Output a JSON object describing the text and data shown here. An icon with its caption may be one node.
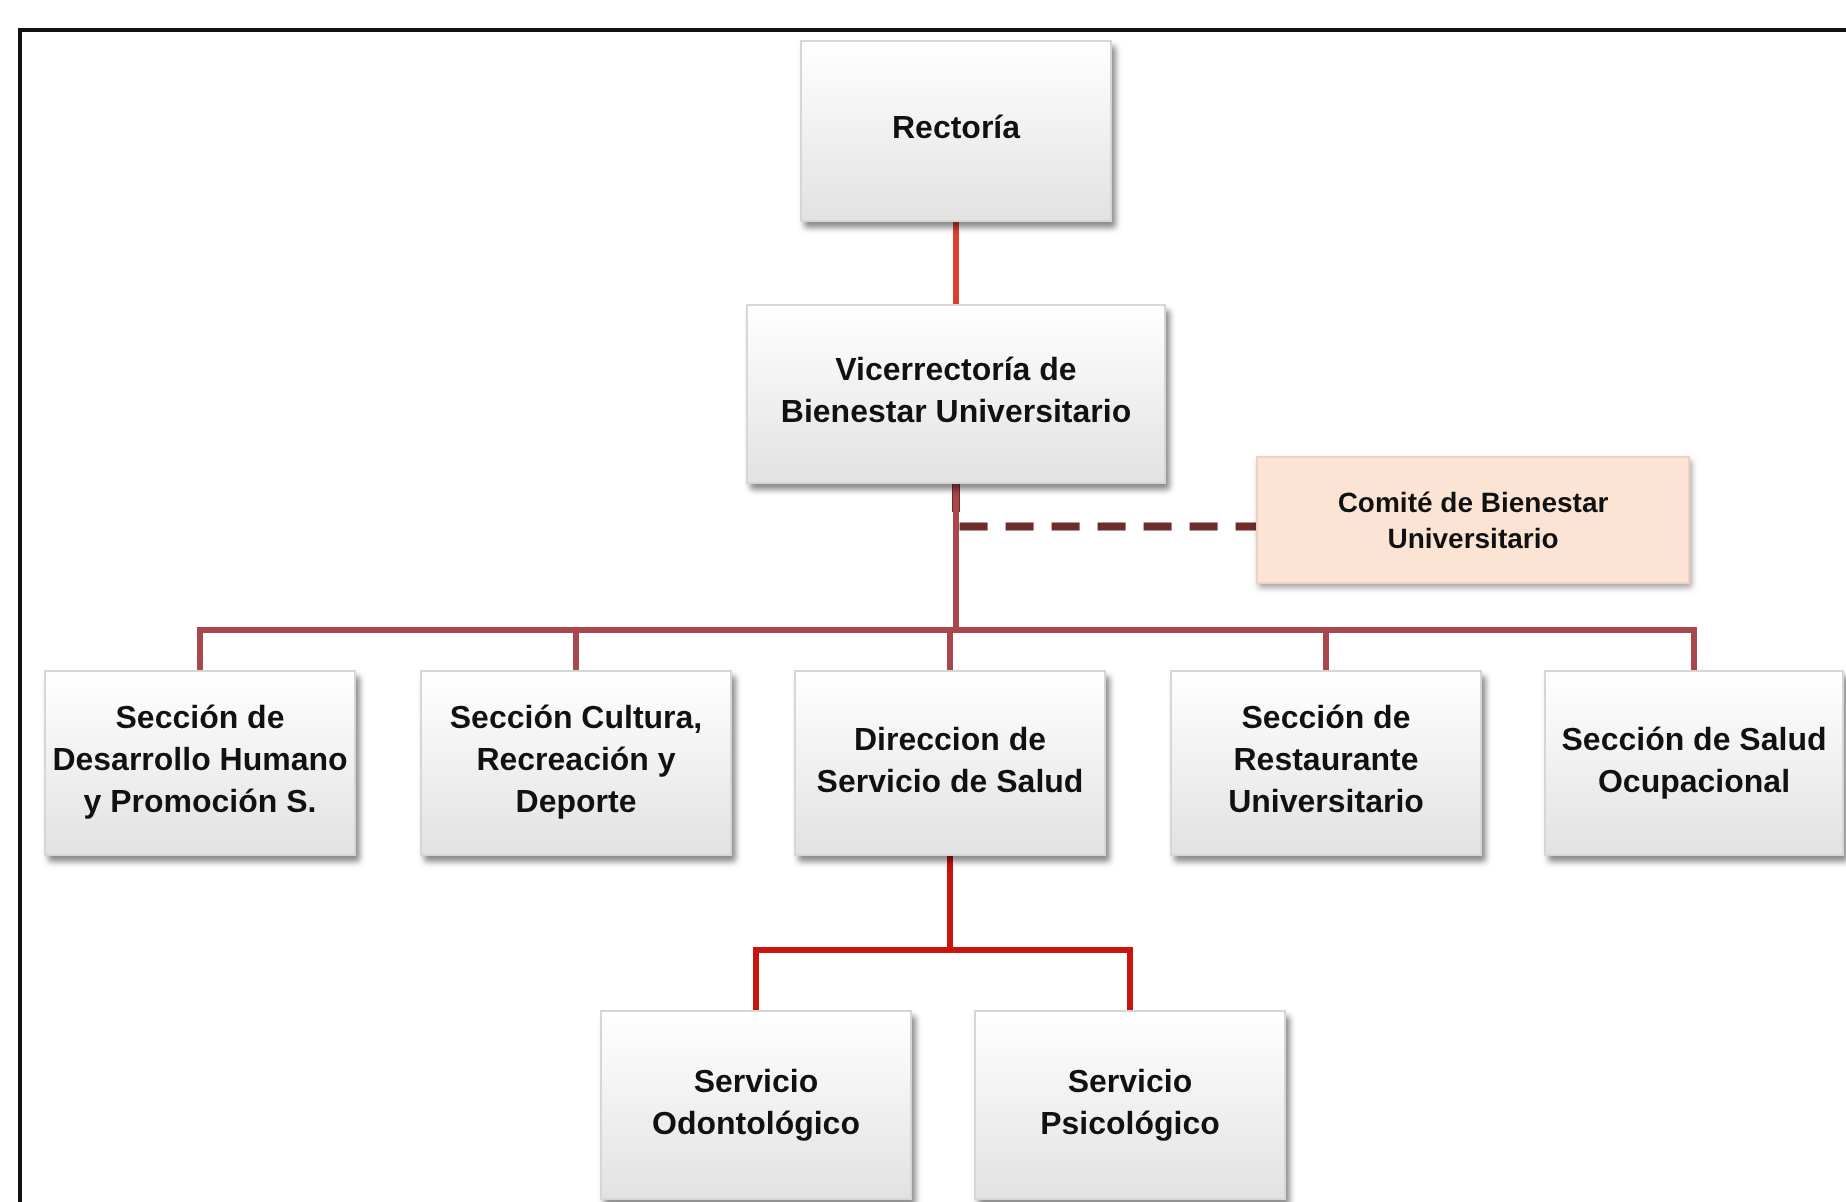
{
  "diagram": {
    "nodes": [
      {
        "text": [
          "Rectoría"
        ]
      },
      {
        "text": [
          "Vicerrectoría de Bienestar Universitario"
        ]
      },
      {
        "text": [
          "Comité de Bienestar Universitario"
        ]
      },
      {
        "text": [
          "Sección de Desarrollo Humano y Promoción S."
        ]
      },
      {
        "text": [
          "Sección Cultura, Recreación y Deporte"
        ]
      },
      {
        "text": [
          "Direccion de Servicio de Salud"
        ]
      },
      {
        "text": [
          "Sección de Restaurante Universitario"
        ]
      },
      {
        "text": [
          "Sección de Salud Ocupacional"
        ]
      },
      {
        "text": [
          "Servicio Odontológico"
        ]
      },
      {
        "text": [
          "Servicio Psicológico"
        ]
      }
    ],
    "edges": [
      {
        "from": 0,
        "to": 1,
        "arrow": "none",
        "color": "#d9412b"
      },
      {
        "from": 1,
        "to": 2,
        "arrow": "none",
        "style": "dashed",
        "color": "#6e2c2c"
      },
      {
        "from": 1,
        "to": 3,
        "arrow": "none"
      },
      {
        "from": 1,
        "to": 4,
        "arrow": "none"
      },
      {
        "from": 1,
        "to": 5,
        "arrow": "none"
      },
      {
        "from": 1,
        "to": 6,
        "arrow": "none"
      },
      {
        "from": 1,
        "to": 7,
        "arrow": "none"
      },
      {
        "from": 5,
        "to": 8,
        "arrow": "none",
        "color": "#c8140c"
      },
      {
        "from": 5,
        "to": 9,
        "arrow": "none",
        "color": "#c8140c"
      }
    ]
  }
}
